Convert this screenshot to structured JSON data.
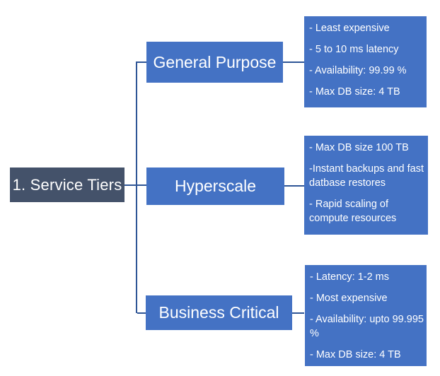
{
  "diagram": {
    "root": {
      "label": "1. Service Tiers"
    },
    "branches": [
      {
        "label": "General Purpose",
        "details": [
          "- Least expensive",
          "- 5 to 10 ms latency",
          "- Availability: 99.99 %",
          "- Max DB size: 4 TB"
        ]
      },
      {
        "label": "Hyperscale",
        "details": [
          "- Max DB size 100 TB",
          "-Instant backups and fast datbase restores",
          "- Rapid scaling of compute resources"
        ]
      },
      {
        "label": "Business Critical",
        "details": [
          "- Latency: 1-2 ms",
          "- Most expensive",
          "- Availability: upto 99.995 %",
          "- Max DB size: 4 TB"
        ]
      }
    ],
    "colors": {
      "node_fill": "#4472C4",
      "root_fill": "#44526A",
      "connector": "#2E5596",
      "text": "#FFFFFF",
      "background": "#FFFFFF"
    }
  }
}
